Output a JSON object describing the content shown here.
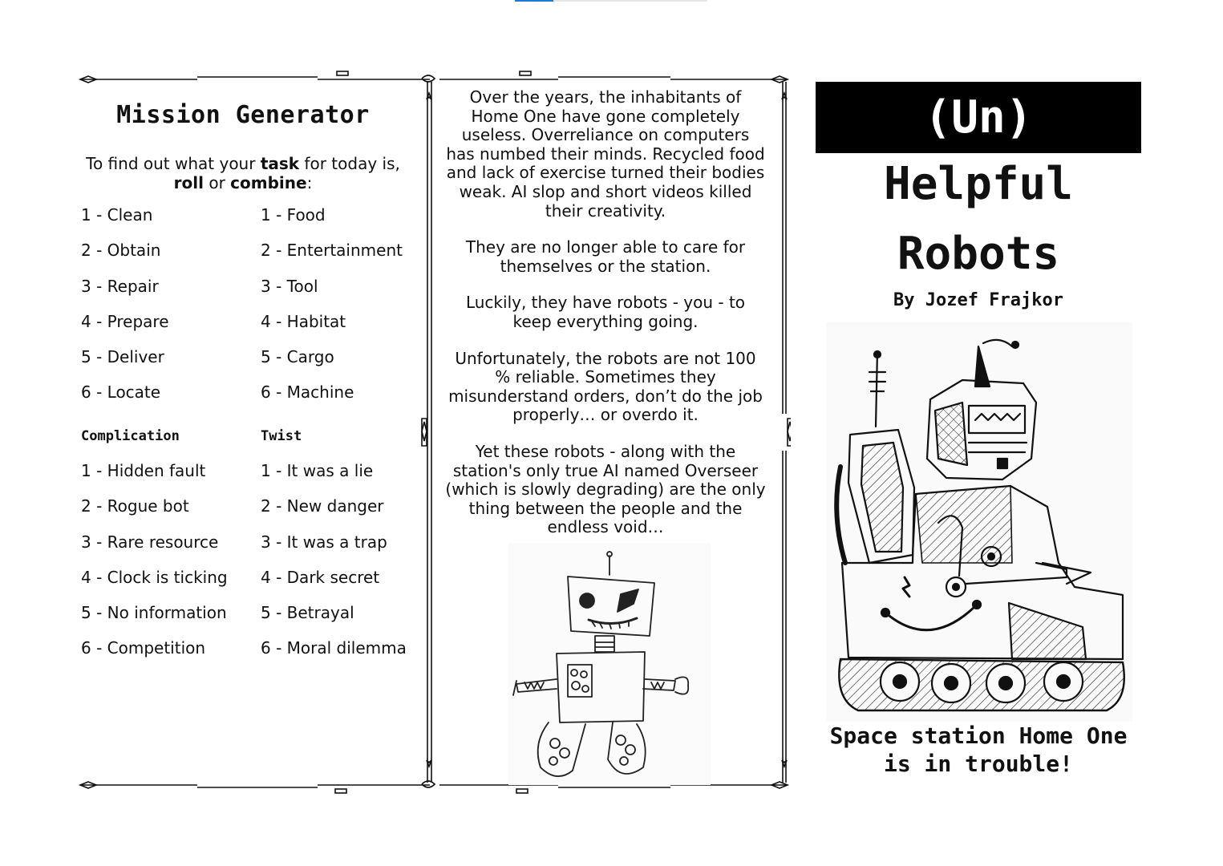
{
  "left_panel": {
    "title": "Mission Generator",
    "intro_pre": "To find out what your ",
    "intro_task": "task",
    "intro_mid": " for today is,",
    "intro_roll": "roll",
    "intro_or": " or ",
    "intro_combine": "combine",
    "intro_end": ":",
    "actions": [
      "1 - Clean",
      "2 - Obtain",
      "3 - Repair",
      "4 - Prepare",
      "5 - Deliver",
      "6 - Locate"
    ],
    "objects": [
      "1 - Food",
      "2 - Entertainment",
      "3 - Tool",
      "4 - Habitat",
      "5 - Cargo",
      "6 - Machine"
    ],
    "complication_heading": "Complication",
    "twist_heading": "Twist",
    "complications": [
      "1 - Hidden fault",
      "2 - Rogue bot",
      "3 - Rare resource",
      "4 - Clock is ticking",
      "5 - No information",
      "6 - Competition"
    ],
    "twists": [
      "1 - It was a lie",
      "2 - New danger",
      "3 - It was a trap",
      "4 - Dark secret",
      "5 - Betrayal",
      "6 - Moral dilemma"
    ]
  },
  "middle_panel": {
    "paragraphs": [
      "Over the years, the inhabitants of Home One have gone completely useless. Overreliance on computers has numbed their minds. Recycled food and lack of exercise turned their bodies weak. AI slop and short videos killed their creativity.",
      "They are no longer able to care for themselves or the station.",
      "Luckily, they have robots - you - to keep everything going.",
      "Unfortunately, the robots are not 100 % reliable. Sometimes they misunderstand orders, don’t do the job properly… or overdo it.",
      "Yet these robots - along with the station's only true AI named Overseer (which is slowly degrading) are the only thing between the people and the endless void…"
    ]
  },
  "cover": {
    "banner": "(Un)",
    "title_line1": "Helpful",
    "title_line2": "Robots",
    "byline": "By Jozef Frajkor",
    "tagline_line1": "Space station Home One",
    "tagline_line2": "is in trouble!"
  }
}
